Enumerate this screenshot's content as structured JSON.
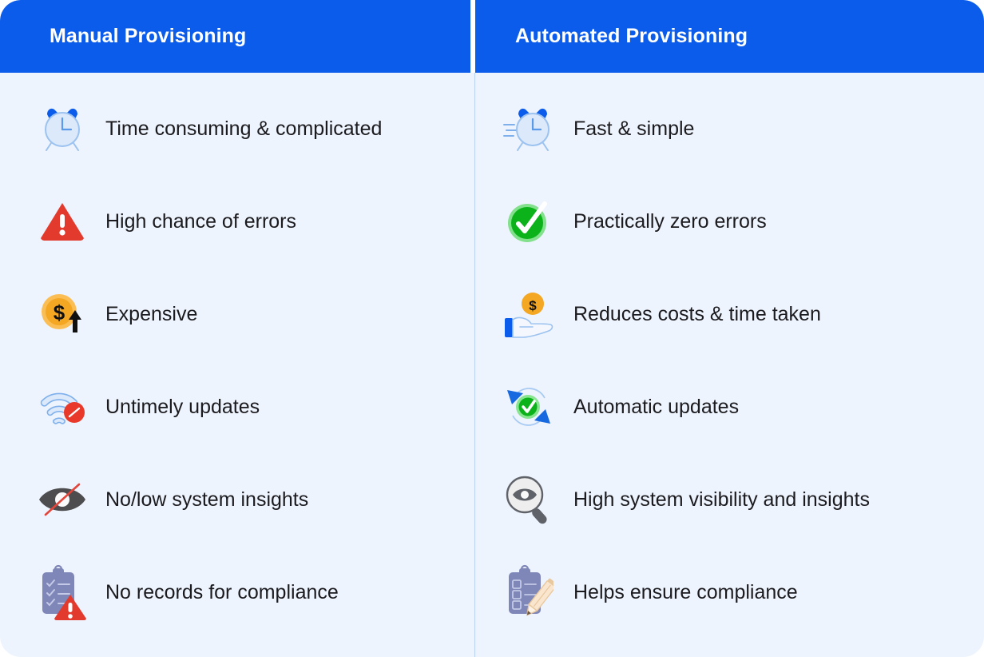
{
  "card": {
    "background": "#eef4fd",
    "divider_color": "#b9d2f4",
    "header_color": "#0b5cea",
    "header_text_color": "#ffffff",
    "text_color": "#1b1b1f"
  },
  "columns": [
    {
      "id": "manual",
      "title": "Manual Provisioning",
      "rows": [
        {
          "icon": "alarm-clock-icon",
          "label": "Time consuming & complicated"
        },
        {
          "icon": "warning-triangle-icon",
          "label": "High chance of errors"
        },
        {
          "icon": "coin-up-arrow-icon",
          "label": "Expensive"
        },
        {
          "icon": "wifi-blocked-icon",
          "label": "Untimely updates"
        },
        {
          "icon": "eye-slash-icon",
          "label": "No/low system insights"
        },
        {
          "icon": "clipboard-warning-icon",
          "label": "No records for compliance"
        }
      ]
    },
    {
      "id": "automated",
      "title": "Automated Provisioning",
      "rows": [
        {
          "icon": "alarm-clock-speed-icon",
          "label": "Fast & simple"
        },
        {
          "icon": "green-check-circle-icon",
          "label": "Practically zero errors"
        },
        {
          "icon": "hand-coin-icon",
          "label": "Reduces costs & time taken"
        },
        {
          "icon": "refresh-check-icon",
          "label": "Automatic updates"
        },
        {
          "icon": "magnifier-eye-icon",
          "label": "High system visibility and insights"
        },
        {
          "icon": "clipboard-pencil-icon",
          "label": "Helps ensure compliance"
        }
      ]
    }
  ]
}
